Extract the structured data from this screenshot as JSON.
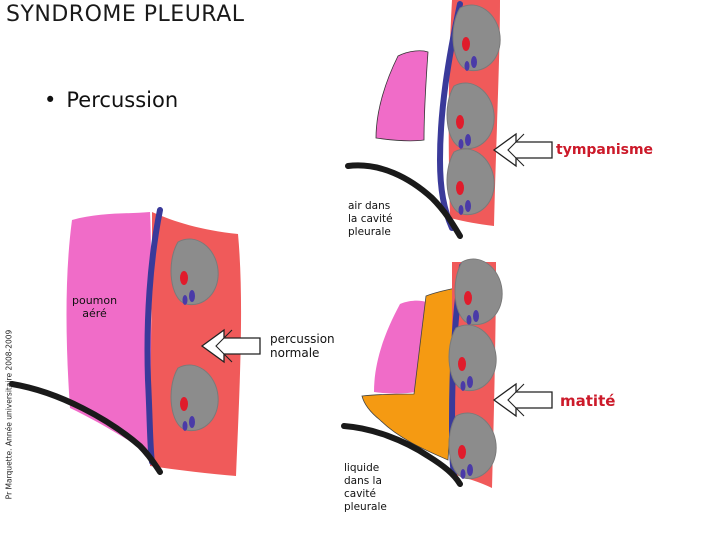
{
  "title": "SYNDROME PLEURAL",
  "bullet": {
    "symbol": "•",
    "text": "Percussion"
  },
  "credit": "Pr Marquette. Année universitaire 2008-2009",
  "labels": {
    "normal_lung": "poumon\naéré",
    "normal_percussion": "percussion\nnormale",
    "pneumothorax": "air dans\nla cavité\npleurale",
    "effusion": "liquide\ndans la\ncavité\npleurale"
  },
  "findings": {
    "tympanism": "tympanisme",
    "dullness": "matité"
  },
  "colors": {
    "lung": "#f06cc8",
    "chest_wall": "#f05a5a",
    "rib": "#8c8c8c",
    "pleura": "#3a3a9a",
    "effusion": "#f59a12",
    "finding_text": "#cc1a2a"
  }
}
